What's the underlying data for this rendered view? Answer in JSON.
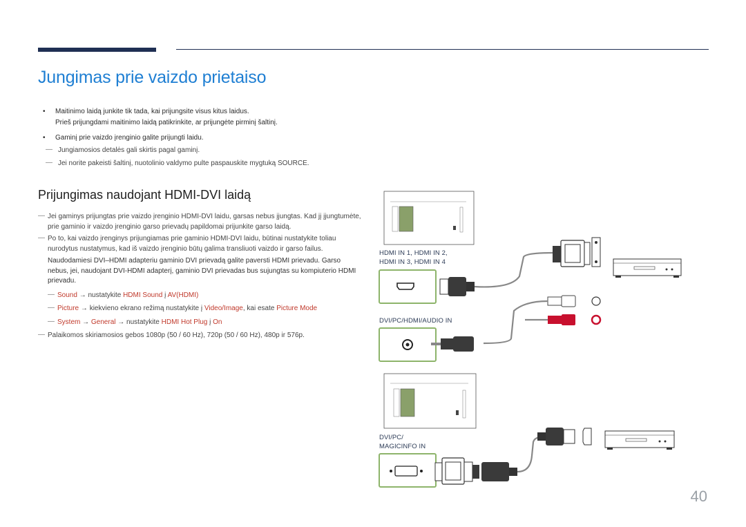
{
  "page": {
    "title": "Jungimas prie vaizdo prietaiso",
    "page_number": "40"
  },
  "intro": {
    "bullet1_line1": "Maitinimo laidą junkite tik tada, kai prijungsite visus kitus laidus.",
    "bullet1_line2": "Prieš prijungdami maitinimo laidą patikrinkite, ar prijungėte pirminį šaltinį.",
    "bullet2": "Gaminį prie vaizdo įrenginio galite prijungti laidu.",
    "note1": "Jungiamosios detalės gali skirtis pagal gaminį.",
    "note2": "Jei norite pakeisti šaltinį, nuotolinio valdymo pulte paspauskite mygtuką SOURCE."
  },
  "section": {
    "heading": "Prijungimas naudojant HDMI-DVI laidą",
    "note1": "Jei gaminys prijungtas prie vaizdo įrenginio HDMI-DVI laidu, garsas nebus įjungtas. Kad jį įjungtumėte, prie gaminio ir vaizdo įrenginio garso prievadų papildomai prijunkite garso laidą.",
    "note2": "Po to, kai vaizdo įrenginys prijungiamas prie gaminio HDMI-DVI laidu, būtinai nustatykite toliau nurodytus nustatymus, kad iš vaizdo įrenginio būtų galima transliuoti vaizdo ir garso failus.",
    "para": "Naudodamiesi DVI–HDMI adapteriu gaminio DVI prievadą galite paversti HDMI prievadu. Garso nebus, jei, naudojant DVI-HDMI adapterį, gaminio DVI prievadas bus sujungtas su kompiuterio HDMI prievadu.",
    "path1": {
      "a": "Sound",
      "arrow": " → ",
      "b": "nustatykite ",
      "c": "HDMI Sound",
      "d": " į ",
      "e": "AV(HDMI)"
    },
    "path2": {
      "a": "Picture",
      "arrow": " → ",
      "b": "kiekvieno ekrano režimą nustatykite į ",
      "c": "Video/Image",
      "d": ", kai esate ",
      "e": "Picture Mode"
    },
    "path3": {
      "a": "System",
      "arrow": " → ",
      "b": "General",
      "arrow2": " → ",
      "c": "nustatykite ",
      "d": "HDMI Hot Plug",
      "e": " į ",
      "f": "On"
    },
    "note3": "Palaikomos skiriamosios gebos 1080p (50 / 60 Hz), 720p (50 / 60 Hz), 480p ir 576p."
  },
  "diagram": {
    "label_hdmi_line1": "HDMI IN 1, HDMI IN 2,",
    "label_hdmi_line2": "HDMI IN 3, HDMI IN 4",
    "label_audio": "DVI/PC/HDMI/AUDIO IN",
    "label_dvi_line1": "DVI/PC/",
    "label_dvi_line2": "MAGICINFO IN"
  },
  "colors": {
    "title": "#1f7fd3",
    "accent_red": "#c0392b",
    "port_box": "#8db46a",
    "rule": "#1f2f53"
  }
}
